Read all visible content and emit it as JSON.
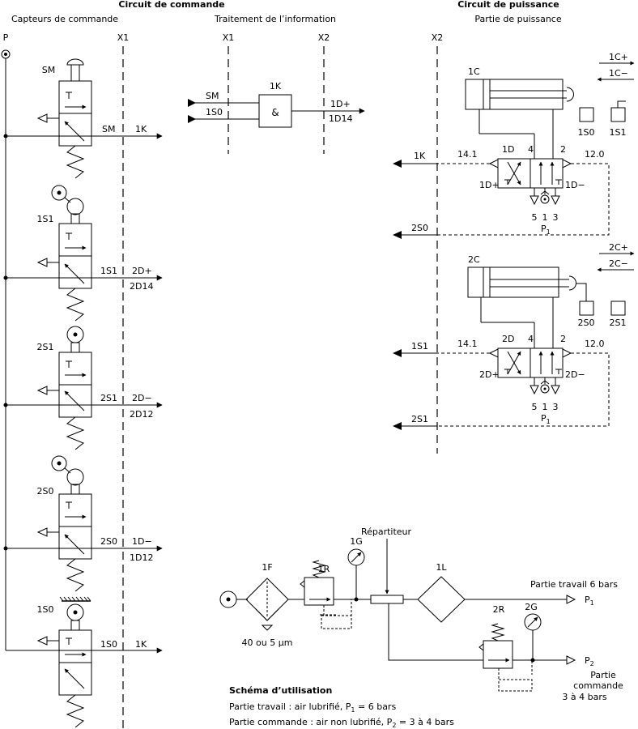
{
  "headers": {
    "circuit_commande": "Circuit de commande",
    "circuit_puissance": "Circuit de puissance",
    "capteurs": "Capteurs de commande",
    "traitement": "Traitement de l’information",
    "partie_puissance": "Partie de puissance"
  },
  "lines": {
    "x1a": "X1",
    "x1b": "X1",
    "x2a": "X2",
    "x2b": "X2",
    "p": "P"
  },
  "sensors": [
    {
      "name": "SM",
      "out": "SM",
      "sig": "1K",
      "sig2": ""
    },
    {
      "name": "1S1",
      "out": "1S1",
      "sig": "2D+",
      "sig2": "2D14"
    },
    {
      "name": "2S1",
      "out": "2S1",
      "sig": "2D−",
      "sig2": "2D12"
    },
    {
      "name": "2S0",
      "out": "2S0",
      "sig": "1D−",
      "sig2": "1D12"
    },
    {
      "name": "1S0",
      "out": "1S0",
      "sig": "1K",
      "sig2": ""
    }
  ],
  "logic": {
    "in1": "SM",
    "in2": "1S0",
    "block": "1K",
    "op": "&",
    "out1": "1D+",
    "out2": "1D14"
  },
  "cyl1": {
    "name": "1C",
    "plus": "1C+",
    "minus": "1C−",
    "s0": "1S0",
    "s1": "1S1",
    "in_top": "1K",
    "in_bot": "2S0",
    "p_left": "14.1",
    "p_right": "12.0",
    "valve": "1D",
    "vplus": "1D+",
    "vminus": "1D−",
    "port4": "4",
    "port2": "2",
    "p5": "5",
    "p1": "1",
    "p3": "3",
    "pp": "P",
    "ppsub": "1"
  },
  "cyl2": {
    "name": "2C",
    "plus": "2C+",
    "minus": "2C−",
    "s0": "2S0",
    "s1": "2S1",
    "in_top": "1S1",
    "in_bot": "2S1",
    "p_left": "14.1",
    "p_right": "12.0",
    "valve": "2D",
    "vplus": "2D+",
    "vminus": "2D−",
    "port4": "4",
    "port2": "2",
    "p5": "5",
    "p1": "1",
    "p3": "3",
    "pp": "P",
    "ppsub": "1"
  },
  "usage": {
    "f": "1F",
    "r1": "1R",
    "g1": "1G",
    "rep": "Répartiteur",
    "l": "1L",
    "r2": "2R",
    "g2": "2G",
    "filter": "40 ou 5 µm",
    "travail": "Partie travail 6 bars",
    "p1": "P",
    "p1sub": "1",
    "p2": "P",
    "p2sub": "2",
    "cmd1": "Partie",
    "cmd2": "commande",
    "cmd3": "3 à 4 bars"
  },
  "legend": {
    "title": "Schéma d’utilisation",
    "l1a": "Partie travail : air lubrifié, P",
    "l1sub": "1",
    "l1b": " = 6 bars",
    "l2a": "Partie commande : air non lubrifié, P",
    "l2sub": "2",
    "l2b": " = 3 à 4 bars"
  }
}
